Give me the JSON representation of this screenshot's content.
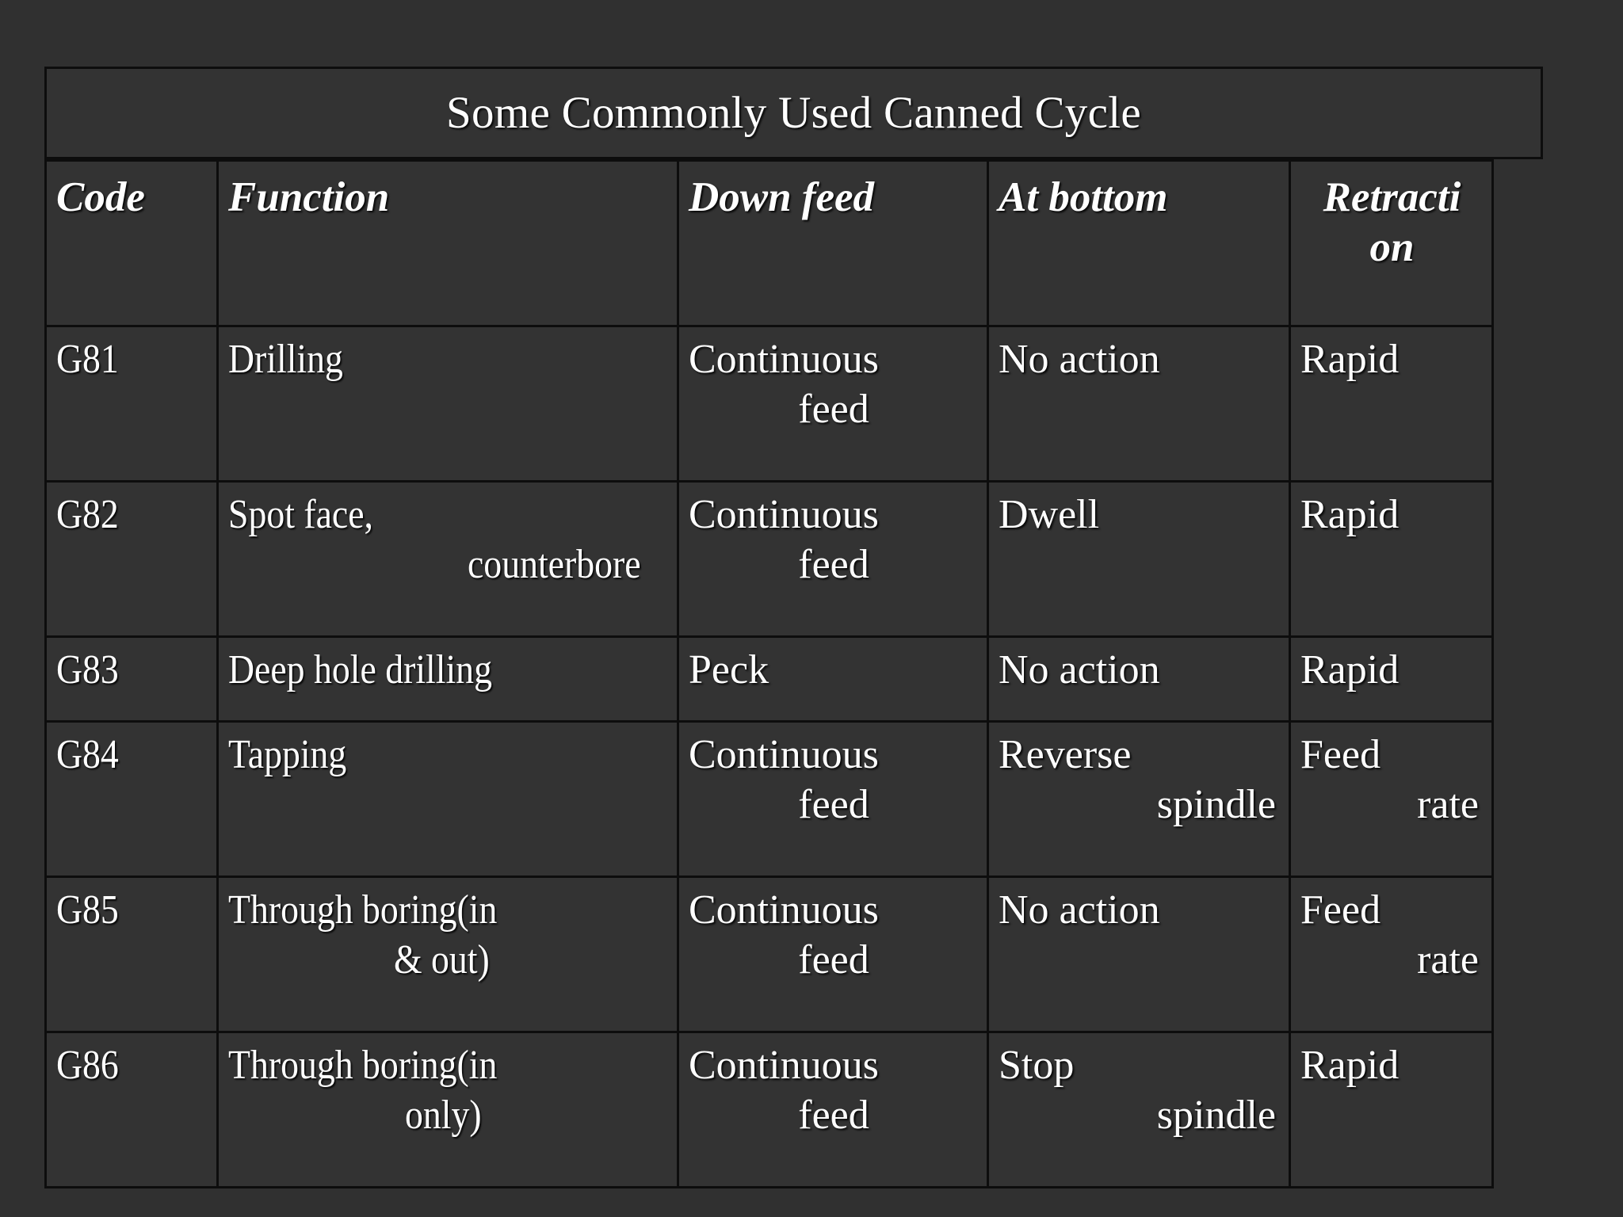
{
  "slide": {
    "background_color": "#303030",
    "cell_background_color": "#333333",
    "border_color": "#0d0d0d",
    "text_color": "#ffffff"
  },
  "table": {
    "title": "Some Commonly Used Canned Cycle",
    "headers": [
      {
        "label": "Code"
      },
      {
        "label": "Function"
      },
      {
        "label": "Down feed"
      },
      {
        "label": "At bottom"
      },
      {
        "label": "Retraction",
        "line1": "Retracti",
        "line2": "on"
      }
    ],
    "rows": [
      {
        "code": "G81",
        "function": {
          "full": "Drilling",
          "line1": "Drilling",
          "line2": ""
        },
        "down_feed": {
          "full": "Continuous feed",
          "line1": "Continuous",
          "line2": "feed"
        },
        "at_bottom": {
          "full": "No action",
          "line1": "No action",
          "line2": ""
        },
        "retraction": {
          "full": "Rapid",
          "line1": "Rapid",
          "line2": ""
        }
      },
      {
        "code": "G82",
        "function": {
          "full": "Spot face, counterbore",
          "line1": "Spot face,",
          "line2": "counterbore"
        },
        "down_feed": {
          "full": "Continuous feed",
          "line1": "Continuous",
          "line2": "feed"
        },
        "at_bottom": {
          "full": "Dwell",
          "line1": "Dwell",
          "line2": ""
        },
        "retraction": {
          "full": "Rapid",
          "line1": "Rapid",
          "line2": ""
        }
      },
      {
        "code": "G83",
        "function": {
          "full": "Deep hole drilling",
          "line1": "Deep hole drilling",
          "line2": ""
        },
        "down_feed": {
          "full": "Peck",
          "line1": "Peck",
          "line2": ""
        },
        "at_bottom": {
          "full": "No action",
          "line1": "No action",
          "line2": ""
        },
        "retraction": {
          "full": "Rapid",
          "line1": "Rapid",
          "line2": ""
        }
      },
      {
        "code": "G84",
        "function": {
          "full": "Tapping",
          "line1": "Tapping",
          "line2": ""
        },
        "down_feed": {
          "full": "Continuous feed",
          "line1": "Continuous",
          "line2": "feed"
        },
        "at_bottom": {
          "full": "Reverse spindle",
          "line1": "Reverse",
          "line2": "spindle"
        },
        "retraction": {
          "full": "Feed rate",
          "line1": "Feed",
          "line2": "rate"
        }
      },
      {
        "code": "G85",
        "function": {
          "full": "Through boring(in & out)",
          "line1": "Through boring(in",
          "line2": "& out)"
        },
        "down_feed": {
          "full": "Continuous feed",
          "line1": "Continuous",
          "line2": "feed"
        },
        "at_bottom": {
          "full": "No action",
          "line1": "No action",
          "line2": ""
        },
        "retraction": {
          "full": "Feed rate",
          "line1": "Feed",
          "line2": "rate"
        }
      },
      {
        "code": "G86",
        "function": {
          "full": "Through boring(in only)",
          "line1": "Through boring(in",
          "line2": "only)"
        },
        "down_feed": {
          "full": "Continuous feed",
          "line1": "Continuous",
          "line2": "feed"
        },
        "at_bottom": {
          "full": "Stop spindle",
          "line1": "Stop",
          "line2": "spindle"
        },
        "retraction": {
          "full": "Rapid",
          "line1": "Rapid",
          "line2": ""
        }
      }
    ]
  }
}
